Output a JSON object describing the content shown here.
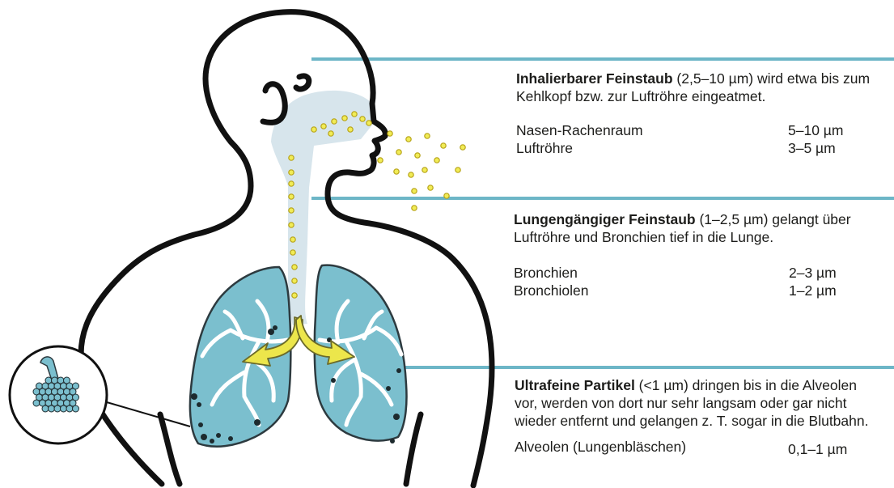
{
  "colors": {
    "outline": "#111111",
    "airway": "#d7e5ec",
    "lung_fill": "#7bbfce",
    "lung_stroke": "#2d3a3f",
    "particle_fill": "#f1ec56",
    "particle_stroke": "#b7a318",
    "arrow_fill": "#ece64b",
    "divider": "#6db6c7",
    "alveoli_fill": "#7bbfce"
  },
  "icons": {
    "body": "human-silhouette-icon",
    "lungs": "lungs-icon",
    "alveoli": "alveoli-cluster-icon",
    "arrows": "airflow-arrow-icon"
  },
  "sections": [
    {
      "heading": "Inhalierbarer Feinstaub",
      "intro": " (2,5–10 µm) wird etwa bis zum Kehlkopf bzw. zur Luftröhre eingeatmet.",
      "rows": [
        {
          "name": "Nasen-Rachenraum",
          "value": "5–10 µm"
        },
        {
          "name": "Luftröhre",
          "value": "3–5 µm"
        }
      ]
    },
    {
      "heading": "Lungengängiger Feinstaub",
      "intro": " (1–2,5 µm) gelangt über Luftröhre und Bronchien tief in die Lunge.",
      "rows": [
        {
          "name": "Bronchien",
          "value": "2–3 µm"
        },
        {
          "name": "Bronchiolen",
          "value": "1–2 µm"
        }
      ]
    },
    {
      "heading": "Ultrafeine Partikel",
      "intro": " (<1 µm) dringen bis in die Alveolen vor, werden von dort nur sehr langsam oder gar nicht wieder entfernt und gelangen z. T. sogar in die Blutbahn.",
      "rows": [
        {
          "name": "Alveolen (Lungenbläschen)",
          "value": "0,1–1 µm"
        }
      ]
    }
  ]
}
